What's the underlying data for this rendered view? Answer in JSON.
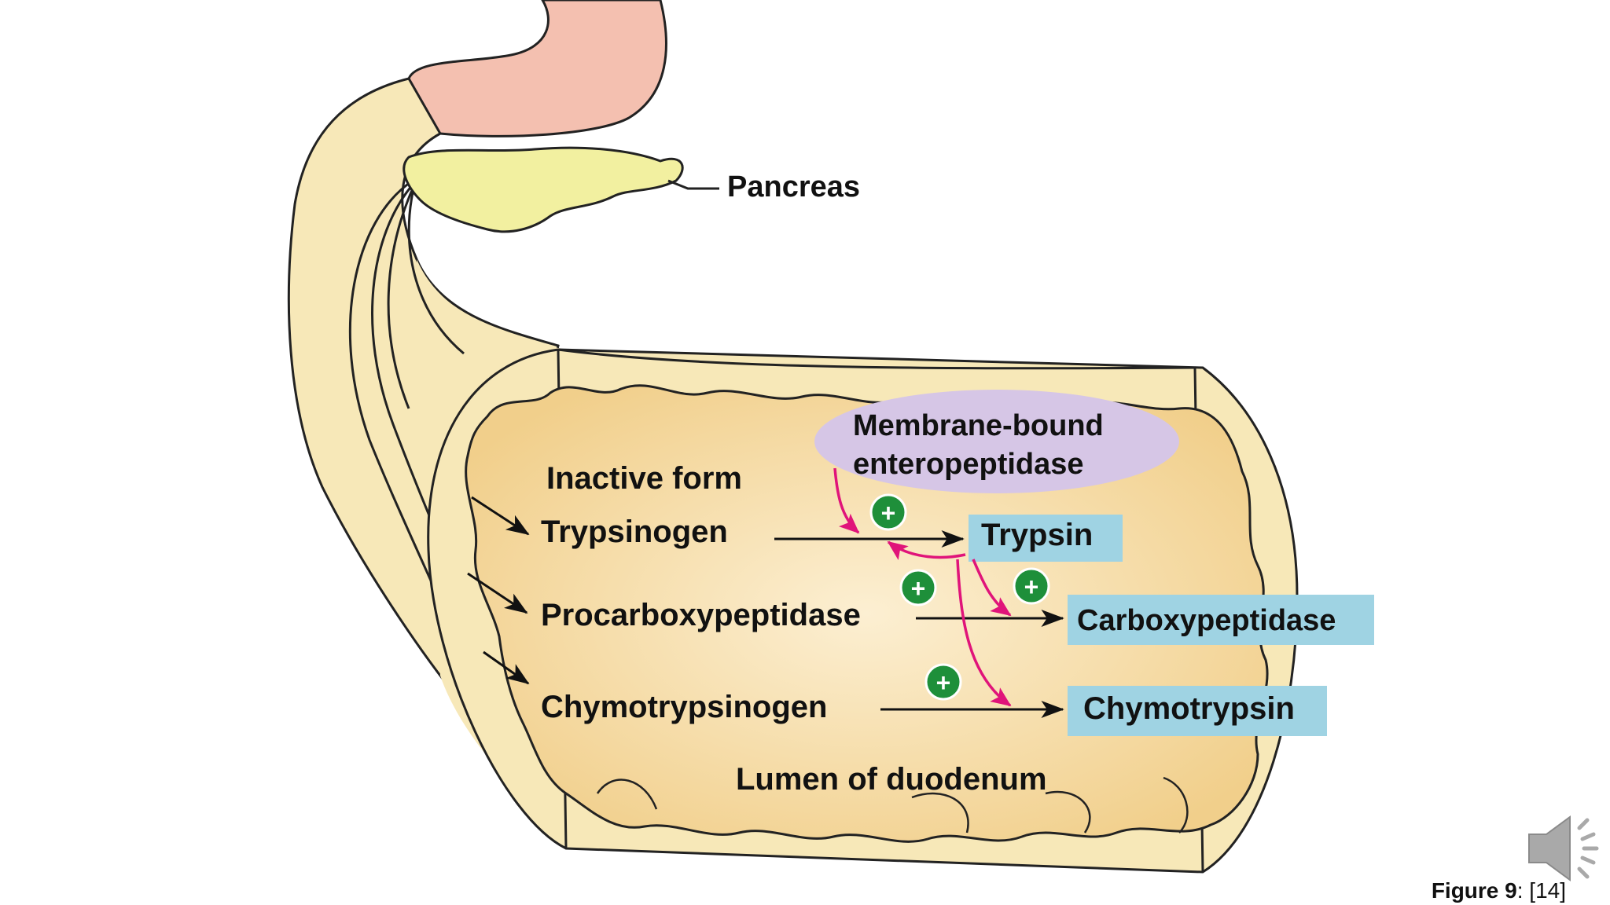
{
  "diagram": {
    "pancreas_label": "Pancreas",
    "enzyme_label_line1": "Membrane-bound",
    "enzyme_label_line2": "enteropeptidase",
    "inactive_heading": "Inactive form",
    "inactive": [
      "Trypsinogen",
      "Procarboxypeptidase",
      "Chymotrypsinogen"
    ],
    "active": [
      "Trypsin",
      "Carboxypeptidase",
      "Chymotrypsin"
    ],
    "lumen_label": "Lumen of duodenum",
    "activation_symbol": "+"
  },
  "caption": {
    "figure_label": "Figure 9",
    "separator": ": ",
    "reference": "[14]"
  },
  "colors": {
    "stomach": "#f4c0b0",
    "duct": "#f7e8b8",
    "pancreas": "#f2f0a0",
    "lumen": "#f3d79a",
    "enzyme_oval": "#d6c6e6",
    "active_box": "#9fd3e3",
    "plus_badge": "#1e8f3a",
    "activation_arrow": "#e0147a",
    "conversion_arrow": "#111111"
  },
  "icons": {
    "speaker": "speaker-icon"
  }
}
